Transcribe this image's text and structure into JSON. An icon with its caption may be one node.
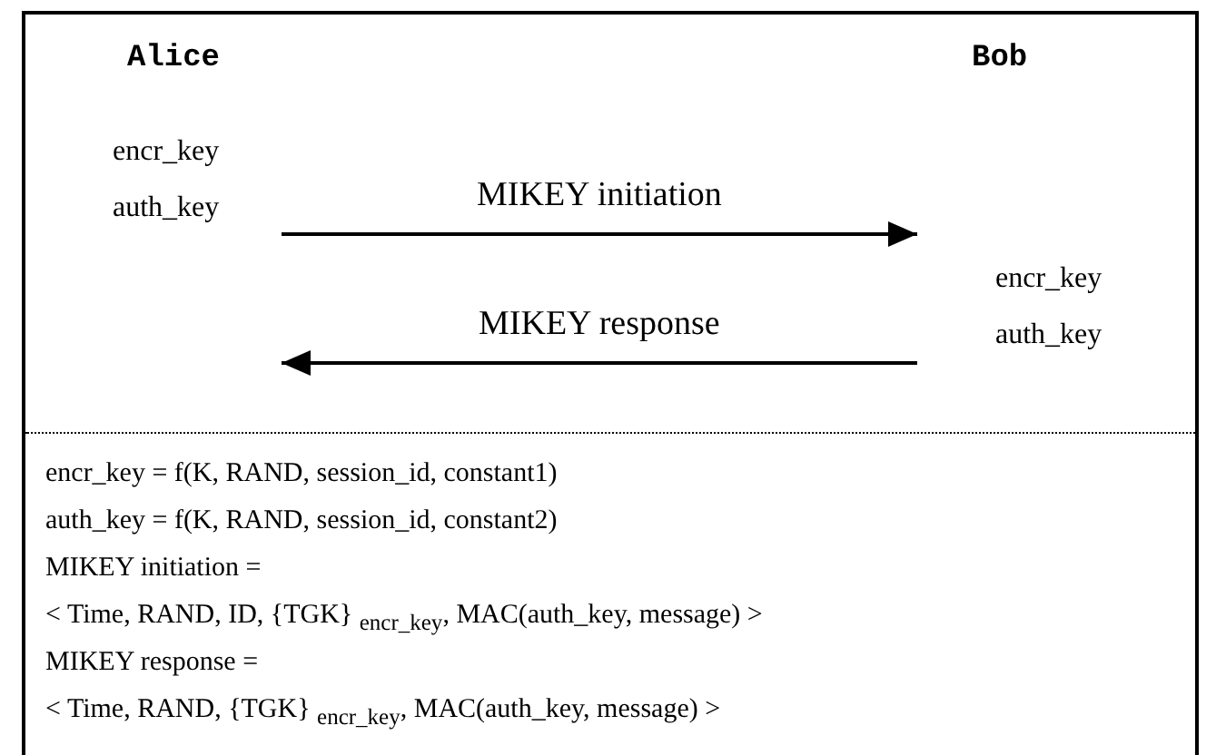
{
  "diagram": {
    "nodes": [
      {
        "text": [
          "Alice",
          "encr_key",
          "auth_key"
        ]
      },
      {
        "text": [
          "Bob",
          "encr_key",
          "auth_key"
        ]
      }
    ],
    "edges": [
      {
        "from": 0,
        "to": 1,
        "arrow": "to",
        "label": "MIKEY initiation"
      },
      {
        "from": 1,
        "to": 0,
        "arrow": "to",
        "label": "MIKEY response"
      }
    ],
    "labels": [
      "encr_key = f(K, RAND, session_id, constant1)",
      "auth_key = f(K, RAND, session_id, constant2)",
      "MIKEY initiation =",
      "< Time, RAND, ID, {TGK} $_{encr_key}$, MAC(auth_key, message) >",
      "MIKEY response =",
      "< Time, RAND, {TGK} $_{encr_key}$, MAC(auth_key, message) >"
    ]
  }
}
